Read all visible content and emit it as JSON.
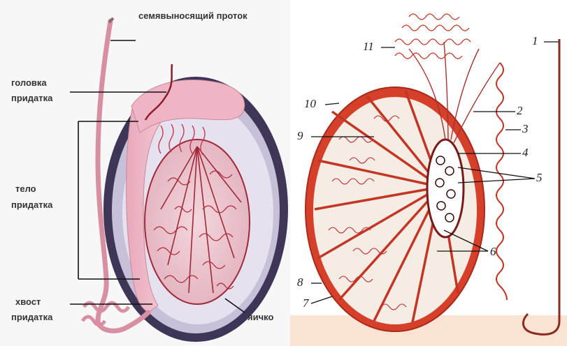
{
  "left_diagram": {
    "labels": {
      "vas_deferens": "семявыносящий проток",
      "head_line1": "головка",
      "head_line2": "придатка",
      "body_line1": "тело",
      "body_line2": "придатка",
      "tail_line1": "хвост",
      "tail_line2": "придатка",
      "testis": "яичко"
    }
  },
  "right_diagram": {
    "numbers": [
      "1",
      "2",
      "3",
      "4",
      "5",
      "6",
      "7",
      "8",
      "9",
      "10",
      "11"
    ]
  },
  "colors": {
    "epididymis_pink": "#e8a6b8",
    "tunica_purple": "#5b4a6e",
    "testis_red": "#d6402a",
    "tubule_line": "#c0283a"
  }
}
